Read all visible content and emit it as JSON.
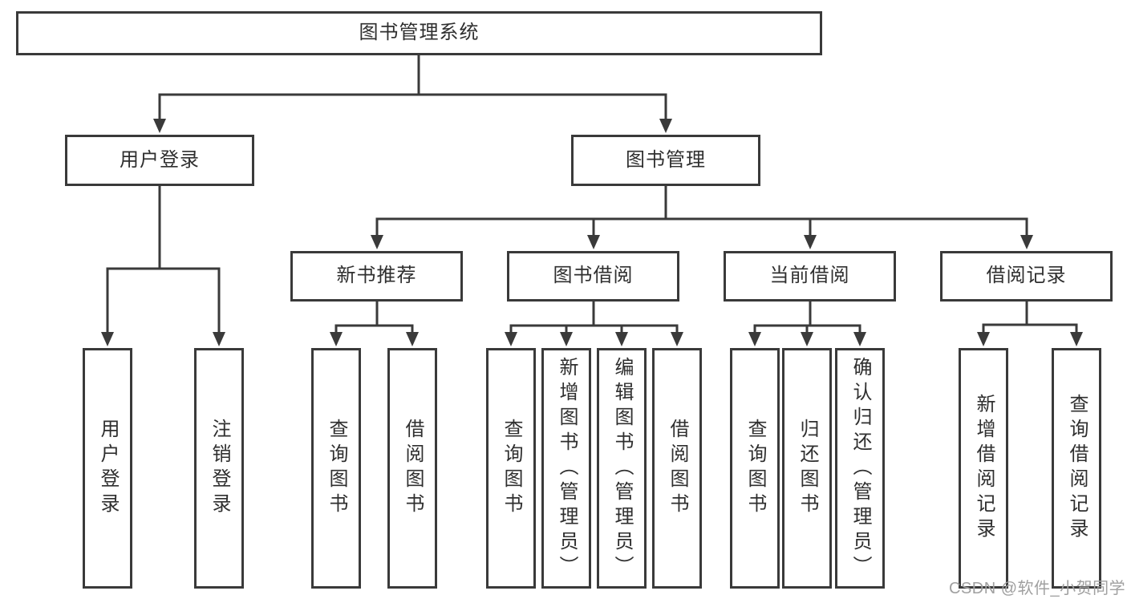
{
  "diagram": {
    "root": "图书管理系统",
    "level2": {
      "user_login": "用户登录",
      "book_mgmt": "图书管理"
    },
    "level3": {
      "new_book": "新书推荐",
      "book_borrow": "图书借阅",
      "current_borrow": "当前借阅",
      "borrow_record": "借阅记录"
    },
    "leaves": {
      "user_login": [
        "用户登录",
        "注销登录"
      ],
      "new_book": [
        "查询图书",
        "借阅图书"
      ],
      "book_borrow": [
        "查询图书",
        "新增图书（管理员）",
        "编辑图书（管理员）",
        "借阅图书"
      ],
      "current_borrow": [
        "查询图书",
        "归还图书",
        "确认归还（管理员）"
      ],
      "borrow_record": [
        "新增借阅记录",
        "查询借阅记录"
      ]
    }
  },
  "watermark": "CSDN @软件_小贺同学",
  "colors": {
    "line": "#3a3a3a",
    "text": "#2f2f2f",
    "watermark": "#a0a0a0",
    "background": "#ffffff"
  }
}
